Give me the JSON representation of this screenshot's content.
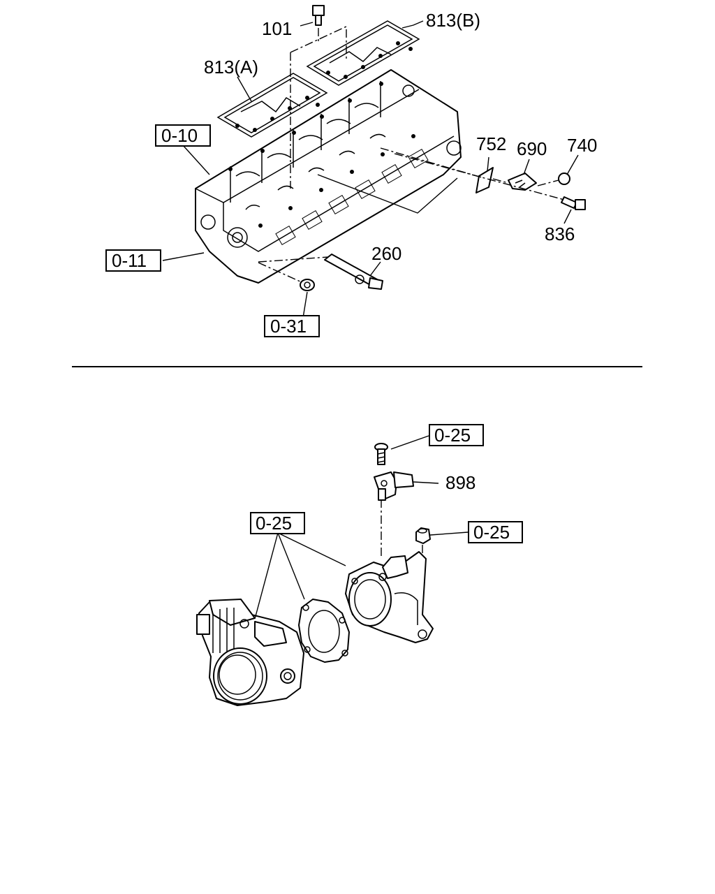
{
  "section_top": {
    "labels": {
      "p101": "101",
      "p813b": "813(B)",
      "p813a": "813(A)",
      "p752": "752",
      "p690": "690",
      "p740": "740",
      "p836": "836",
      "p260": "260"
    },
    "refs": {
      "r010": "0-10",
      "r011": "0-11",
      "r031": "0-31"
    }
  },
  "section_bottom": {
    "labels": {
      "p898": "898"
    },
    "refs": {
      "r025_bolt": "0-25",
      "r025_nut": "0-25",
      "r025_group": "0-25"
    }
  }
}
